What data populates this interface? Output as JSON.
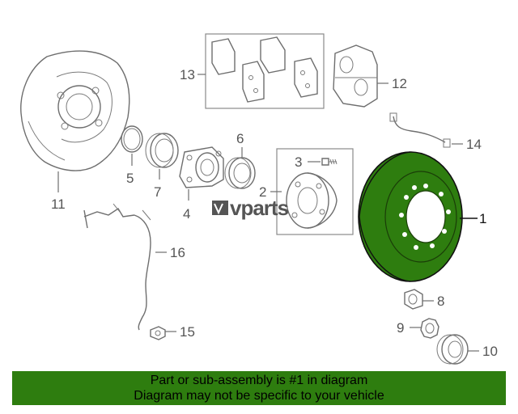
{
  "colors": {
    "highlight": "#2e7d0f",
    "line": "#6e6e6e",
    "banner_bg": "#2e7d0f",
    "banner_text": "#000000"
  },
  "logo": {
    "prefix": "v",
    "text": "vparts",
    "icon": "lv-logo-icon"
  },
  "callouts": [
    "1",
    "2",
    "3",
    "4",
    "5",
    "6",
    "7",
    "8",
    "9",
    "10",
    "11",
    "12",
    "13",
    "14",
    "15",
    "16"
  ],
  "highlighted_part": "1",
  "banner": {
    "line1": "Part or sub-assembly is #1 in diagram",
    "line2": "Diagram may not be specific to your vehicle"
  }
}
